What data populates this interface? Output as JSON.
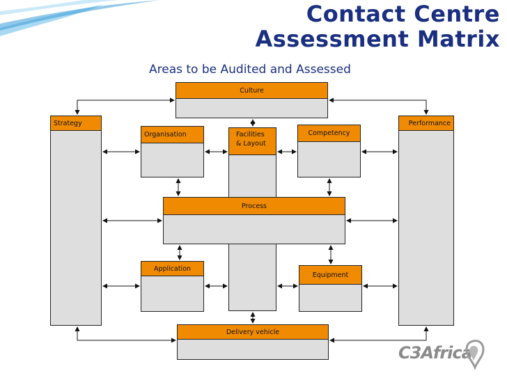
{
  "title": {
    "line1": "Contact Centre",
    "line2": "Assessment Matrix"
  },
  "subtitle": "Areas to be Audited and Assessed",
  "diagram": {
    "culture": "Culture",
    "strategy": "Strategy",
    "performance": "Performance",
    "organisation": "Organisation",
    "facilities_line1": "Facilities",
    "facilities_line2": "& Layout",
    "competency": "Competency",
    "process": "Process",
    "application": "Application",
    "equipment": "Equipment",
    "delivery_vehicle": "Delivery vehicle"
  },
  "logo": {
    "text": "C3Africa",
    "icon": "africa-map-icon"
  },
  "colors": {
    "title": "#1a2f80",
    "header_orange": "#f08a00",
    "box_gray": "#dedede",
    "swoosh_blue": "#3a9ad9"
  }
}
